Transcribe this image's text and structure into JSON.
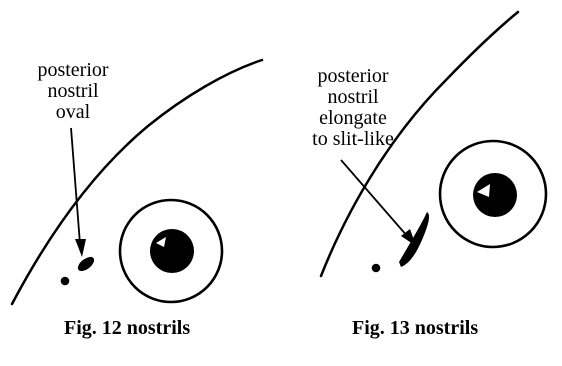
{
  "figures": [
    {
      "label_lines": [
        "posterior",
        "nostril",
        "oval"
      ],
      "caption": "Fig. 12 nostrils"
    },
    {
      "label_lines": [
        "posterior",
        "nostril",
        "elongate",
        "to slit-like"
      ],
      "caption": "Fig. 13 nostrils"
    }
  ],
  "colors": {
    "ink": "#000000",
    "paper": "#ffffff"
  }
}
